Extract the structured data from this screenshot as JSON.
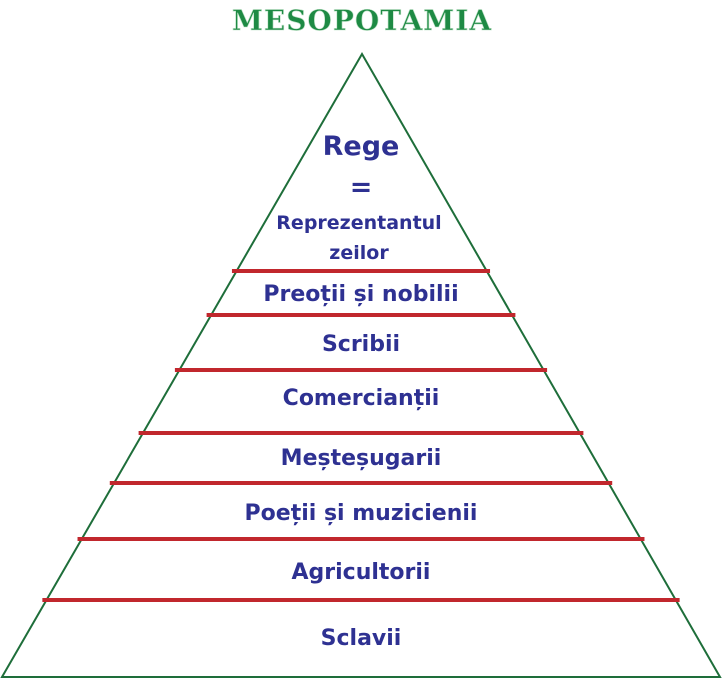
{
  "title": "MESOPOTAMIA",
  "colors": {
    "title": "#1e8a44",
    "outline": "#1e6e3a",
    "divider": "#c1272d",
    "text": "#2e3192"
  },
  "top": {
    "line1": "Rege",
    "line2": "=",
    "line3": "Reprezentantul",
    "line4": "zeilor"
  },
  "levels": [
    "Preoții și nobilii",
    "Scribii",
    "Comercianții",
    "Meșteșugarii",
    "Poeții și muzicienii",
    "Agricultorii",
    "Sclavii"
  ]
}
